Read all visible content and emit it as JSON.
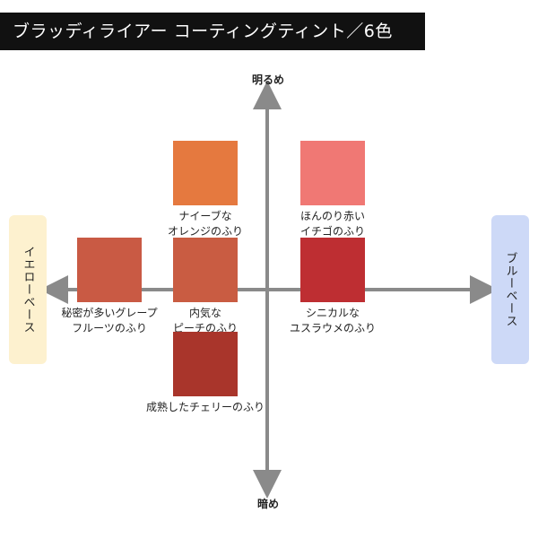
{
  "title": "ブラッディライアー コーティングティント／6色",
  "axes": {
    "top": "明るめ",
    "bottom": "暗め",
    "left": "イエローベース",
    "right": "ブルーベース"
  },
  "colors": {
    "yellow_panel": "#fdf1cf",
    "blue_panel": "#cdd9f7",
    "axis": "#8a8a8a"
  },
  "shades": [
    {
      "id": "naive-orange",
      "line1": "ナイーブな",
      "line2": "オレンジのふり",
      "color": "#e5793f"
    },
    {
      "id": "honnori-red",
      "line1": "ほんのり赤い",
      "line2": "イチゴのふり",
      "color": "#f07874"
    },
    {
      "id": "secret-grape",
      "line1": "秘密が多いグレープ",
      "line2": "フルーツのふり",
      "color": "#c95a44"
    },
    {
      "id": "shy-peach",
      "line1": "内気な",
      "line2": "ピーチのふり",
      "color": "#c95c42"
    },
    {
      "id": "cynical-plum",
      "line1": "シニカルな",
      "line2": "ユスラウメのふり",
      "color": "#be2e32"
    },
    {
      "id": "ripe-cherry",
      "line1": "成熟したチェリーのふり",
      "line2": "",
      "color": "#a9352b"
    }
  ]
}
